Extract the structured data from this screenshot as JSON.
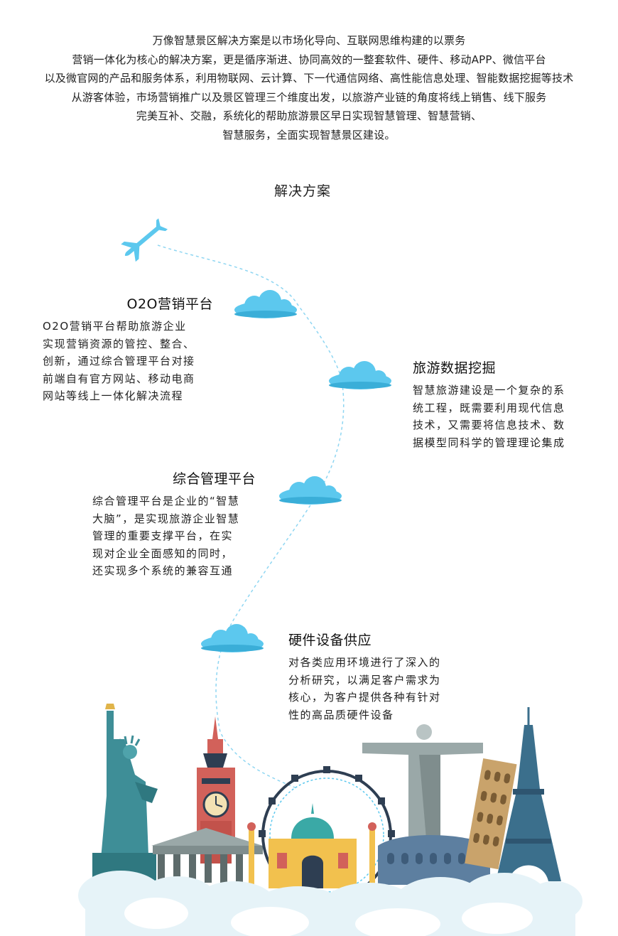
{
  "intro": {
    "lines": [
      "万像智慧景区解决方案是以市场化导向、互联网思维构建的以票务",
      "营销一体化为核心的解决方案，更是循序渐进、协同高效的一整套软件、硬件、移动APP、微信平台",
      "以及微官网的产品和服务体系，利用物联网、云计算、下一代通信网络、高性能信息处理、智能数据挖掘等技术",
      "从游客体验，市场营销推广以及景区管理三个维度出发，以旅游产业链的角度将线上销售、线下服务",
      "完美互补、交融，系统化的帮助旅游景区早日实现智慧管理、智慧营销、",
      "智慧服务，全面实现智慧景区建设。"
    ]
  },
  "section_title": "解决方案",
  "blocks": {
    "o2o": {
      "title": "O2O营销平台",
      "lines": [
        "O2O营销平台帮助旅游企业",
        "实现营销资源的管控、整合、",
        "创新，通过综合管理平台对接",
        "前端自有官方网站、移动电商",
        "网站等线上一体化解决流程"
      ]
    },
    "data": {
      "title": "旅游数据挖掘",
      "lines": [
        "智慧旅游建设是一个复杂的系",
        "统工程，既需要利用现代信息",
        "技术，又需要将信息技术、数",
        "据模型同科学的管理理论集成"
      ]
    },
    "mgmt": {
      "title": "综合管理平台",
      "lines": [
        "综合管理平台是企业的“智慧",
        "大脑”，是实现旅游企业智慧",
        "管理的重要支撑平台，在实",
        "现对企业全面感知的同时，",
        "还实现多个系统的兼容互通"
      ]
    },
    "hw": {
      "title": "硬件设备供应",
      "lines": [
        "对各类应用环境进行了深入的",
        "分析研究，以满足客户需求为",
        "核心，为客户提供各种有针对",
        "性的高品质硬件设备"
      ]
    }
  },
  "colors": {
    "cloud": "#5cc8ee",
    "cloud_shadow": "#3aaed8",
    "plane": "#5cc8ee",
    "path": "#8fd6f2",
    "statue": "#3e8e97",
    "tower_red": "#d2615a",
    "wheel": "#2e3e52",
    "palace_yellow": "#f2c14e",
    "dome_teal": "#3aa9a6",
    "colosseum": "#5d7fa0",
    "pisa": "#c9a36b",
    "eiffel": "#3b6f8c",
    "christ": "#9aa8a8",
    "white_clouds": "#e6f3f8"
  },
  "icons": {
    "plane": "airplane-icon",
    "clouds": "cloud-icon"
  }
}
